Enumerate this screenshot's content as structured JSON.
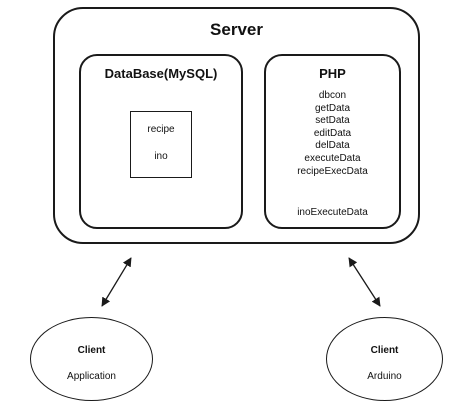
{
  "server": {
    "title": "Server"
  },
  "database": {
    "title": "DataBase(MySQL)",
    "tables": [
      "recipe",
      "ino"
    ]
  },
  "php": {
    "title": "PHP",
    "functions": [
      "dbcon",
      "getData",
      "setData",
      "editData",
      "delData",
      "executeData",
      "recipeExecData"
    ],
    "extra_function": "inoExecuteData"
  },
  "clients": [
    {
      "title": "Client",
      "type": "Application"
    },
    {
      "title": "Client",
      "type": "Arduino"
    }
  ]
}
